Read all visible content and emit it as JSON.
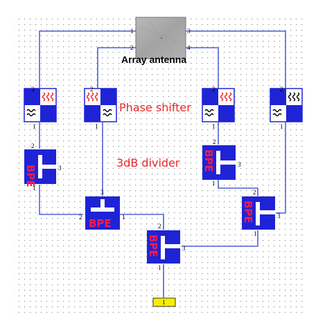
{
  "labels": {
    "antenna": "Array antenna",
    "phase_shifter": "Phase shifter",
    "divider": "3dB divider",
    "bpe": "BPE",
    "port": "1"
  },
  "pins": {
    "ant_1": "1",
    "ant_2": "2",
    "ant_3": "3",
    "ant_4": "4",
    "ps1_top": "2",
    "ps1_bot": "1",
    "ps2_top": "2",
    "ps2_bot": "1",
    "ps3_top": "2",
    "ps3_bot": "1",
    "ps4_top": "2",
    "ps4_bot": "1",
    "divA_top": "2",
    "divA_bot": "1",
    "divA_right": "3",
    "divB_top": "2",
    "divB_bot": "1",
    "divB_right": "3",
    "divC_top": "3",
    "divC_left": "2",
    "divC_right": "1",
    "divD_top": "2",
    "divD_bot": "1",
    "divD_right": "3",
    "divE_top": "2",
    "divE_bot": "1",
    "divE_right": "3"
  },
  "colors": {
    "wire": "#2a3fd1",
    "block_blue": "#1f23d6",
    "bpe_red": "#ff1a4a",
    "grid_dot": "#8c8c8c",
    "antenna_fill": "#a8a8a8",
    "port_fill": "#f5f000",
    "caption_red": "#e8262b"
  }
}
